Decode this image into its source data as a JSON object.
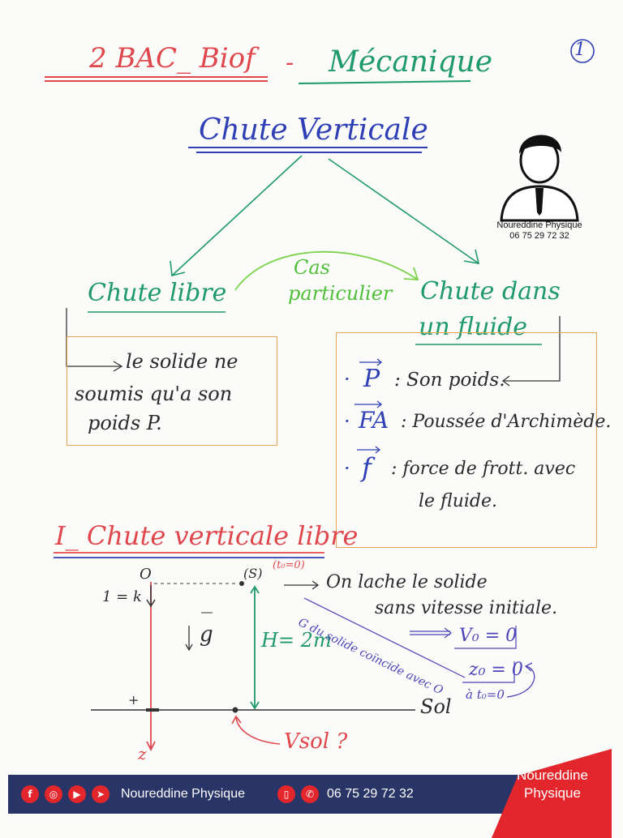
{
  "page_number": "1",
  "header": {
    "level": "2 BAC_ Biof",
    "dash": "-",
    "subject": "Mécanique"
  },
  "main_title": "Chute Verticale",
  "author": {
    "name": "Noureddine Physique",
    "phone": "06 75 29 72 32"
  },
  "branches": {
    "left": "Chute libre",
    "middle_line1": "Cas",
    "middle_line2": "particulier",
    "right_line1": "Chute dans",
    "right_line2": "un fluide"
  },
  "left_box": [
    "le solide ne",
    "soumis qu'a son",
    "poids P."
  ],
  "forces": [
    {
      "symbol": "P",
      "desc": ": Son poids."
    },
    {
      "symbol": "FA",
      "desc": ": Poussée d'Archimède."
    },
    {
      "symbol": "f",
      "desc": ": force de frott. avec"
    }
  ],
  "forces_cont": "le fluide.",
  "section": {
    "title": "I_ Chute verticale libre"
  },
  "diagram": {
    "origin": "O",
    "unit_k": "1 = k",
    "solid": "(S)",
    "t0": "(t₀=0)",
    "g": "g",
    "height": "H= 2m",
    "release_line1": "On lache le solide",
    "release_line2": "sans vitesse initiale.",
    "v0": "V₀ = 0",
    "z0": "z₀ = 0",
    "coincide": "G du solide coïncide avec O",
    "at_t0": "à t₀=0",
    "ground": "Sol",
    "vsol": "Vsol ?",
    "plus": "+",
    "z": "z"
  },
  "footer": {
    "name": "Noureddine Physique",
    "phone": "06 75 29 72 32",
    "brand_line1": "Noureddine",
    "brand_line2": "Physique"
  }
}
